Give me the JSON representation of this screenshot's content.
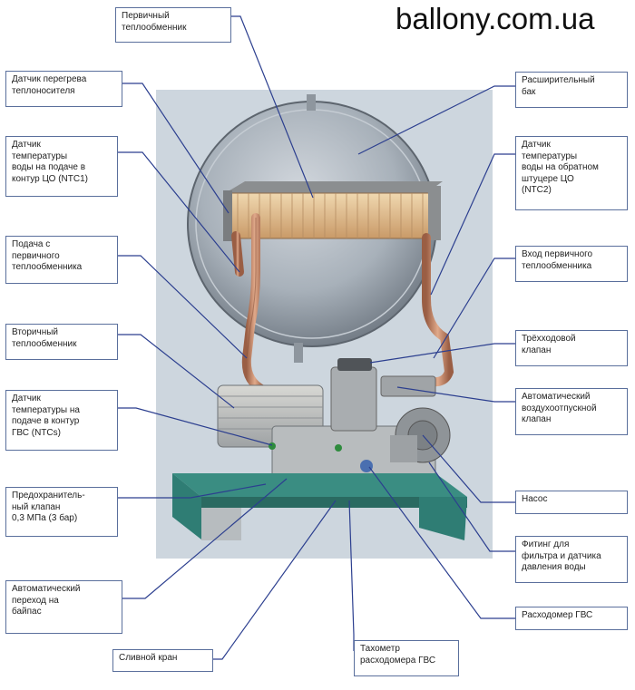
{
  "watermark": "ballony.com.ua",
  "labels": {
    "primary_hx": "Первичный\nтеплообменник",
    "overheat_sensor": "Датчик перегрева\nтеплоносителя",
    "supply_temp_sensor": "Датчик\nтемпературы\nводы на подаче в\nконтур ЦО (NTC1)",
    "primary_hx_supply": "Подача с\nпервичного\nтеплообменника",
    "secondary_hx": "Вторичный\nтеплообменник",
    "dhw_temp_sensor": "Датчик\nтемпературы на\nподаче в контур\nГВС (NTCs)",
    "safety_valve": "Предохранитель-\nный клапан\n0,3 МПа (3 бар)",
    "auto_bypass": "Автоматический\nпереход на\nбайпас",
    "drain_tap": "Сливной кран",
    "tachometer": "Тахометр\nрасходомера ГВС",
    "expansion_tank": "Расширительный\nбак",
    "return_temp_sensor": "Датчик\nтемпературы\nводы на обратном\nштуцере ЦО\n(NTC2)",
    "primary_hx_inlet": "Вход первичного\nтеплообменника",
    "three_way_valve": "Трёхходовой\nклапан",
    "auto_air_vent": "Автоматический\nвоздухоотпускной\nклапан",
    "pump": "Насос",
    "filter_fitting": "Фитинг для\nфильтра и датчика\nдавления воды",
    "dhw_flowmeter": "Расходомер ГВС"
  },
  "colors": {
    "label_border": "#5a6f9c",
    "leader_line": "#2c3f8f",
    "backplate": "#c9d3dc",
    "tank": "#9aa4ae",
    "copper": "#c88f6d",
    "hx_fins": "#e6c89c",
    "bracket": "#2f7d74"
  }
}
